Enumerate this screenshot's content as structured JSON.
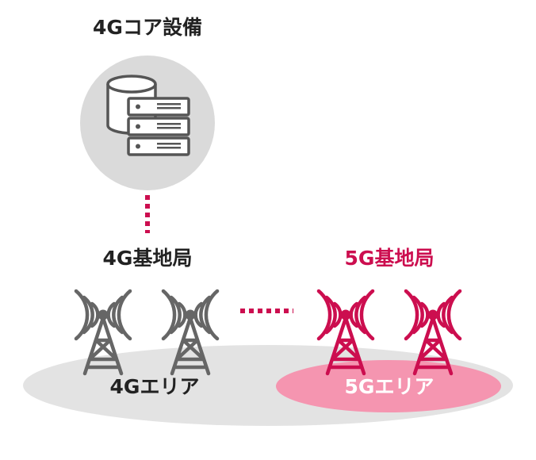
{
  "core": {
    "title": "4Gコア設備",
    "icon": "server-database-icon"
  },
  "base_station_4g": {
    "title": "4G基地局",
    "icon": "antenna-tower-icon",
    "color": "#666666"
  },
  "base_station_5g": {
    "title": "5G基地局",
    "icon": "antenna-tower-icon",
    "color": "#cc0e4f"
  },
  "area_4g": {
    "label": "4Gエリア",
    "color": "#e3e3e3"
  },
  "area_5g": {
    "label": "5Gエリア",
    "color": "#f595b0"
  },
  "connector_color": "#cc0e4f",
  "core_circle_color": "#dadada"
}
